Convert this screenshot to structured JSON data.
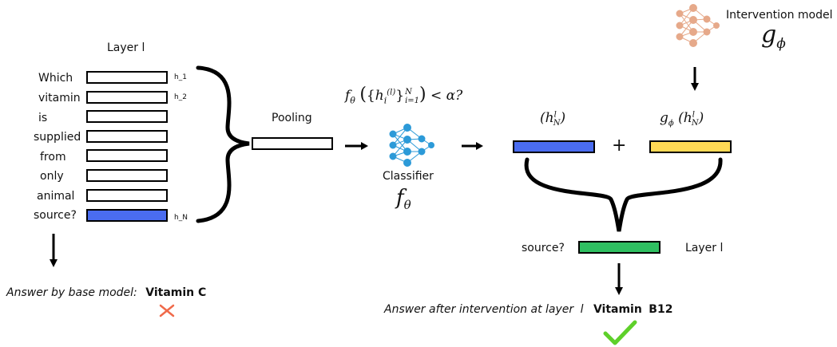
{
  "colors": {
    "blue": "#4a6cf0",
    "yellow": "#ffd955",
    "green": "#2fbf61",
    "red_cross": "#f06a4a",
    "green_check": "#5ed02a",
    "net_blue": "#2c9ad8",
    "net_peach": "#e6a98a"
  },
  "layer_label": "Layer l",
  "words": [
    "Which",
    "vitamin",
    "is",
    "supplied",
    "from",
    "only",
    "animal",
    "source?"
  ],
  "hidden_labels": {
    "h1": "h_1",
    "h2": "h_2",
    "hN": "h_N"
  },
  "pooling_label": "Pooling",
  "classifier": {
    "condition_f": "f",
    "condition_f_sub": "θ",
    "condition_h": "h",
    "condition_i": "i",
    "condition_l": "(l)",
    "condition_range_top": "N",
    "condition_range_bottom": "i=1",
    "condition_lt_alpha": "< α?",
    "label": "Classifier",
    "symbol": "f",
    "symbol_sub": "θ"
  },
  "intervention": {
    "label": "Intervention model",
    "symbol": "g",
    "symbol_sub": "ϕ"
  },
  "formula": {
    "hn_left": "(h",
    "hn_sup": "l",
    "hn_sub": "N",
    "hn_right": ")",
    "plus": "+",
    "g": "g",
    "g_sub": "ϕ",
    "g_arg_left": "(h",
    "g_arg_sup": "l",
    "g_arg_sub": "N",
    "g_arg_right": ")"
  },
  "merge": {
    "source_label": "source?",
    "layer_label": "Layer l"
  },
  "answers": {
    "base_prefix": "Answer by base model:",
    "base_answer": "Vitamin C",
    "after_prefix": "Answer after intervention at layer",
    "after_layer": "l",
    "after_answer_a": "Vitamin",
    "after_answer_b": "B12"
  }
}
